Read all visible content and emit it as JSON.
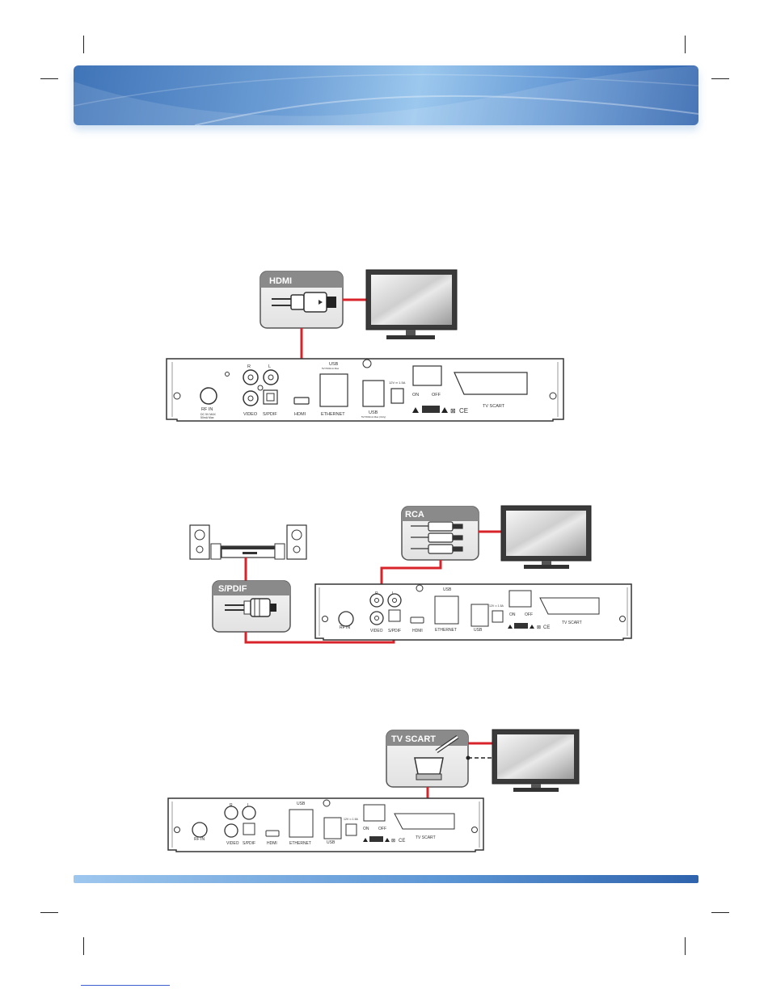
{
  "diagram1": {
    "cable_label": "HDMI",
    "panel": {
      "rf_in": "RF IN",
      "rf_in_sub1": "DC 5V MAX",
      "rf_in_sub2": "50mA Max",
      "r": "R",
      "l": "L",
      "video": "VIDEO",
      "spdif": "S/PDIF",
      "hdmi": "HDMI",
      "usb_top": "USB",
      "usb_top_sub": "5V=500mA Max",
      "ethernet": "ETHERNET",
      "usb_bottom": "USB",
      "usb_bottom_sub": "5V=500mA Max (Only)",
      "power_rating": "12V ═ 1.5A",
      "on": "ON",
      "off": "OFF",
      "tv_scart": "TV SCART"
    }
  },
  "diagram2": {
    "rca_label": "RCA",
    "spdif_label": "S/PDIF",
    "panel": {
      "rf_in": "RF IN",
      "r": "R",
      "l": "L",
      "video": "VIDEO",
      "spdif": "S/PDIF",
      "hdmi": "HDMI",
      "usb_top": "USB",
      "ethernet": "ETHERNET",
      "usb_bottom": "USB",
      "power_rating": "12V ═ 1.5A",
      "on": "ON",
      "off": "OFF",
      "tv_scart": "TV SCART"
    }
  },
  "diagram3": {
    "cable_label": "TV SCART",
    "panel": {
      "rf_in": "RF IN",
      "r": "R",
      "l": "L",
      "video": "VIDEO",
      "spdif": "S/PDIF",
      "hdmi": "HDMI",
      "usb_top": "USB",
      "ethernet": "ETHERNET",
      "usb_bottom": "USB",
      "power_rating": "12V ═ 1.5A",
      "on": "ON",
      "off": "OFF",
      "tv_scart": "TV SCART"
    }
  },
  "colors": {
    "cable": "#d8232a",
    "banner": "#5b95d4"
  }
}
